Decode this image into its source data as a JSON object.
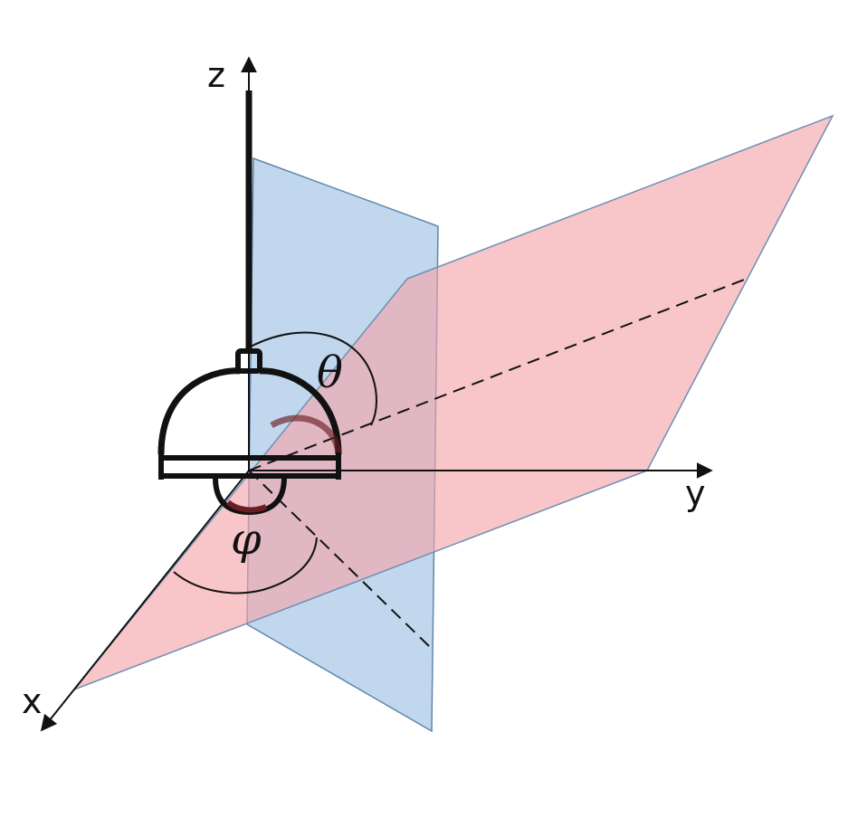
{
  "axes": {
    "x_label": "x",
    "y_label": "y",
    "z_label": "z"
  },
  "angles": {
    "theta_label": "θ",
    "phi_label": "φ"
  },
  "colors": {
    "vertical_plane_fill": "#a9c8e6",
    "vertical_plane_stroke": "#5f86ad",
    "tilted_plane_fill": "#f4a3a8",
    "tilted_plane_stroke": "#6f8fb3",
    "axis": "#111111",
    "device": "#111111",
    "device_highlight": "#6b1e24"
  }
}
